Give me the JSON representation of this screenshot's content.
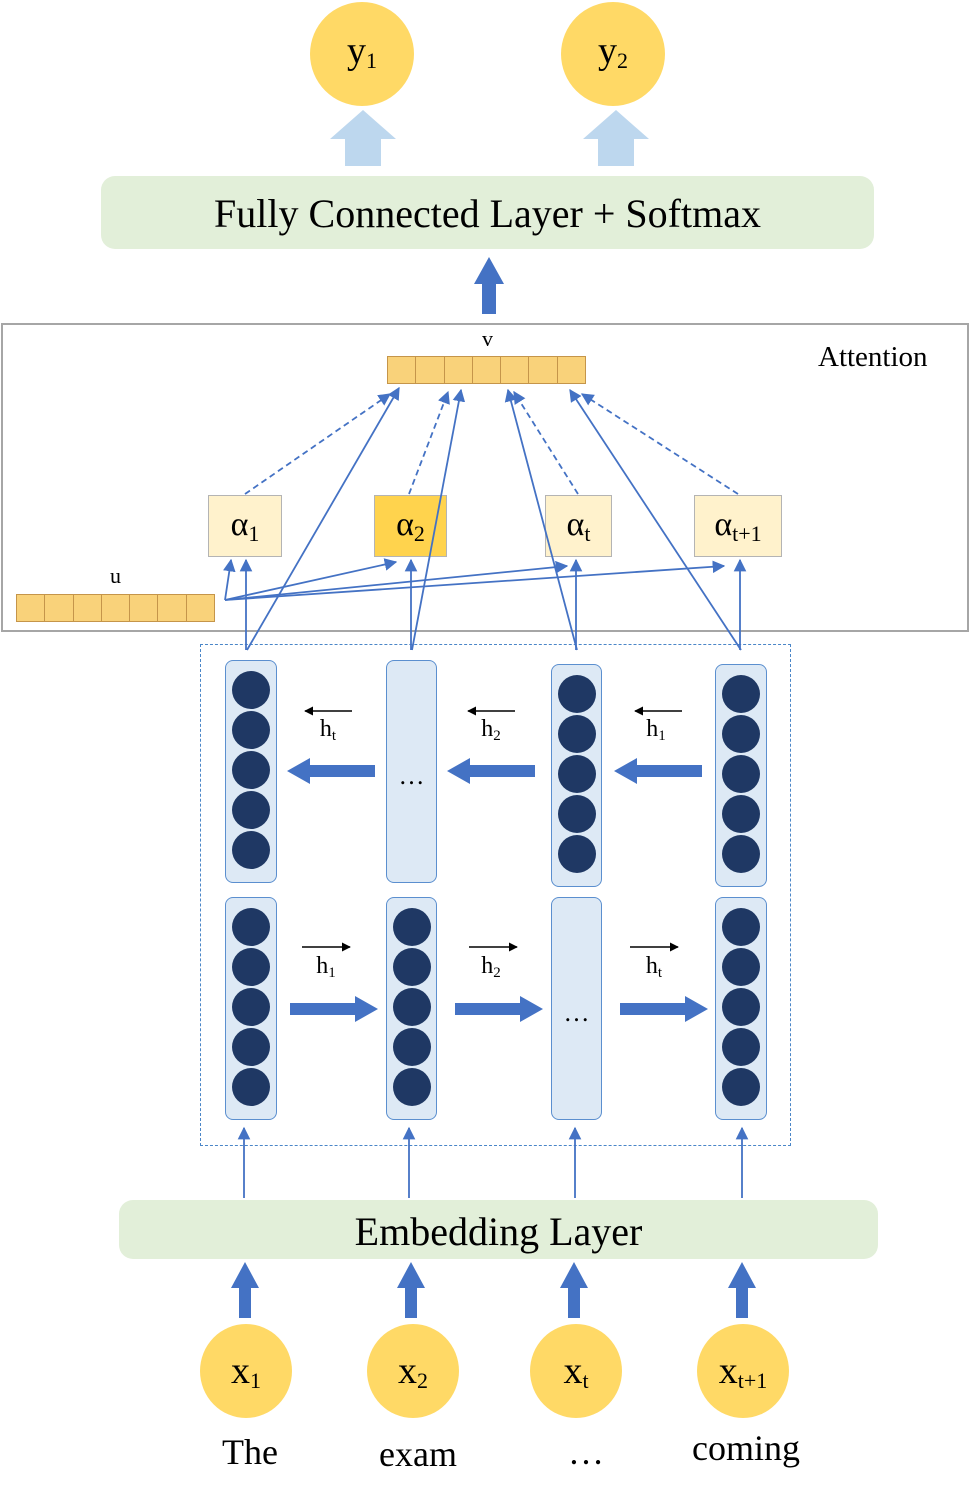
{
  "outputs": [
    {
      "base": "y",
      "sub": "1"
    },
    {
      "base": "y",
      "sub": "2"
    }
  ],
  "fc_layer": {
    "label": "Fully Connected Layer + Softmax"
  },
  "attention": {
    "title": "Attention",
    "v_label": "v",
    "u_label": "u",
    "alphas": [
      {
        "base": "α",
        "sub": "1",
        "highlight": false
      },
      {
        "base": "α",
        "sub": "2",
        "highlight": true
      },
      {
        "base": "α",
        "sub": "t",
        "highlight": false
      },
      {
        "base": "α",
        "sub": "t+1",
        "highlight": false
      }
    ]
  },
  "bilstm": {
    "backward_labels": [
      {
        "base": "h",
        "sub": "t"
      },
      {
        "base": "h",
        "sub": "2"
      },
      {
        "base": "h",
        "sub": "1"
      }
    ],
    "forward_labels": [
      {
        "base": "h",
        "sub": "1"
      },
      {
        "base": "h",
        "sub": "2"
      },
      {
        "base": "h",
        "sub": "t"
      }
    ],
    "ellipsis": "…"
  },
  "embedding": {
    "label": "Embedding Layer"
  },
  "inputs": [
    {
      "base": "x",
      "sub": "1",
      "word": "The"
    },
    {
      "base": "x",
      "sub": "2",
      "word": "exam"
    },
    {
      "base": "x",
      "sub": "t",
      "word": "…"
    },
    {
      "base": "x",
      "sub": "t+1",
      "word": "coming"
    }
  ],
  "colors": {
    "node_yellow": "#ffd966",
    "green_bar": "#e2efd9",
    "arrow_blue": "#4472c4",
    "light_arrow": "#bdd7ee",
    "unit_navy": "#1f3864",
    "alpha_light": "#fff2cc",
    "alpha_highlight": "#ffd34d"
  }
}
